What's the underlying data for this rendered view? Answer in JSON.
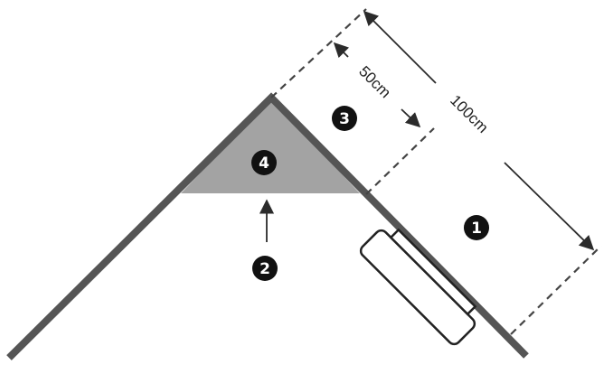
{
  "diagram": {
    "markers": [
      "1",
      "2",
      "3",
      "4"
    ],
    "dimensions": {
      "outer": "100cm",
      "inner": "50cm"
    }
  },
  "colors": {
    "wall": "#555555",
    "zone": "#a3a3a3",
    "marker": "#111111"
  }
}
